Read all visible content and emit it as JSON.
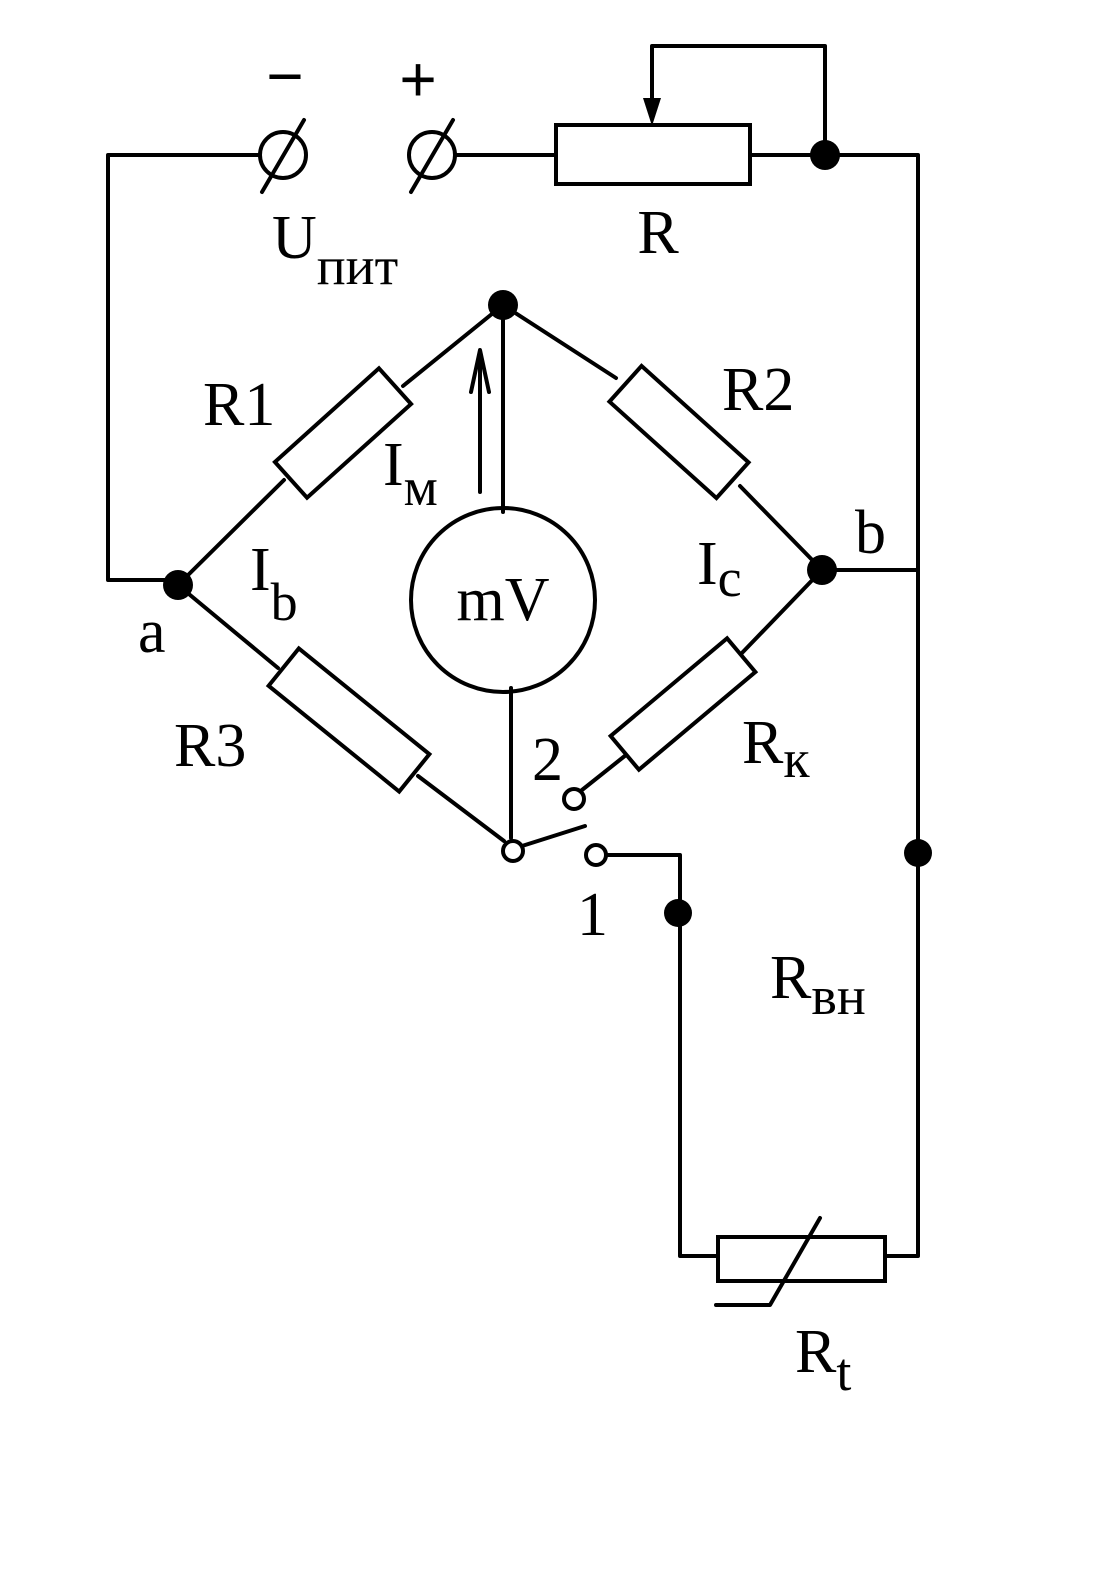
{
  "labels": {
    "minus": "−",
    "plus": "+",
    "supply_main": "U",
    "supply_sub": "пит",
    "rheostat": "R",
    "r1": "R1",
    "r2": "R2",
    "r3": "R3",
    "rk_main": "R",
    "rk_sub": "к",
    "rvn_main": "R",
    "rvn_sub": "вн",
    "rt_main": "R",
    "rt_sub": "t",
    "im_main": "I",
    "im_sub": "м",
    "ib_main": "I",
    "ib_sub": "b",
    "ic_main": "I",
    "ic_sub": "c",
    "node_a": "a",
    "node_b": "b",
    "meter": "mV",
    "switch_pos_1": "1",
    "switch_pos_2": "2"
  }
}
